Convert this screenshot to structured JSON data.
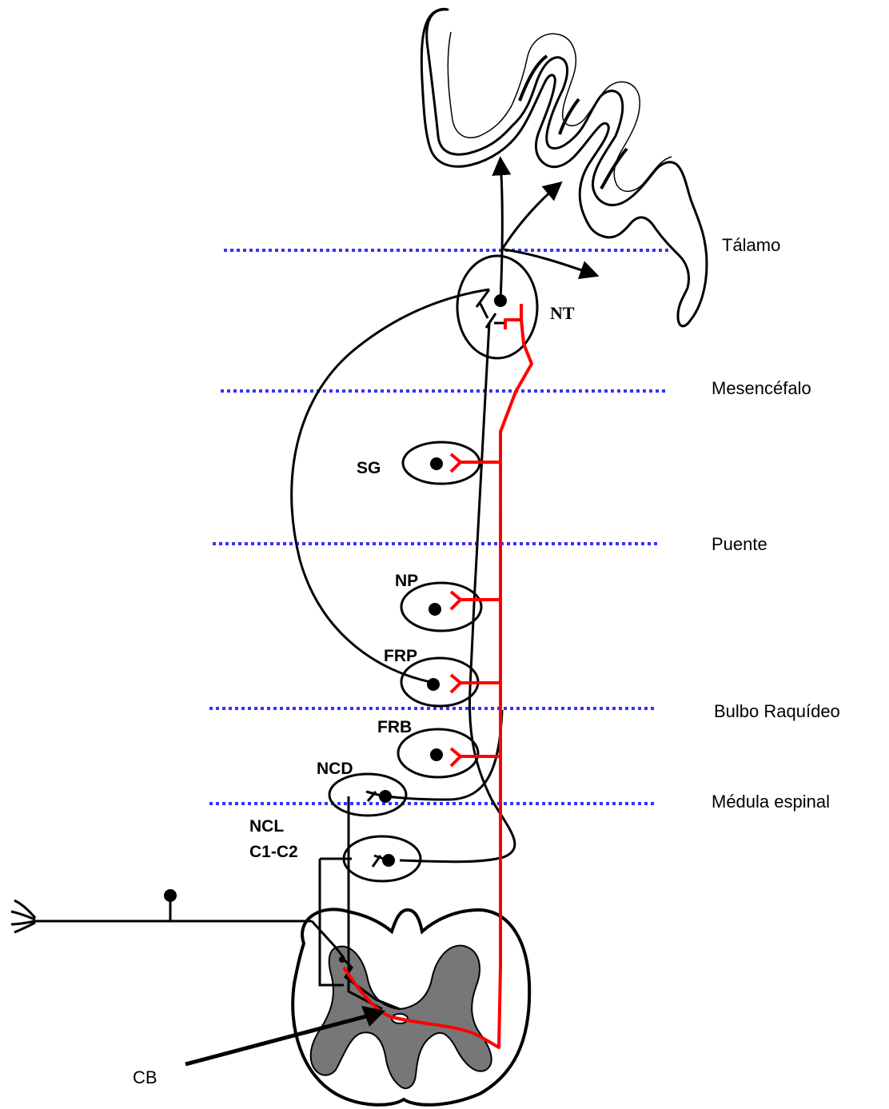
{
  "levels": {
    "talamo": "Tálamo",
    "mesencefalo": "Mesencéfalo",
    "puente": "Puente",
    "bulbo": "Bulbo Raquídeo",
    "medula": "Médula espinal"
  },
  "nuclei": {
    "nt": "NT",
    "sg": "SG",
    "np": "NP",
    "frp": "FRP",
    "frb": "FRB",
    "ncd": "NCD",
    "ncl_1": "NCL",
    "ncl_2": "C1-C2"
  },
  "cb_label": "CB",
  "colors": {
    "level_line": "#3333ff",
    "pathway_red": "#ff0000",
    "gray_matter": "#777777",
    "ink": "#000000"
  }
}
